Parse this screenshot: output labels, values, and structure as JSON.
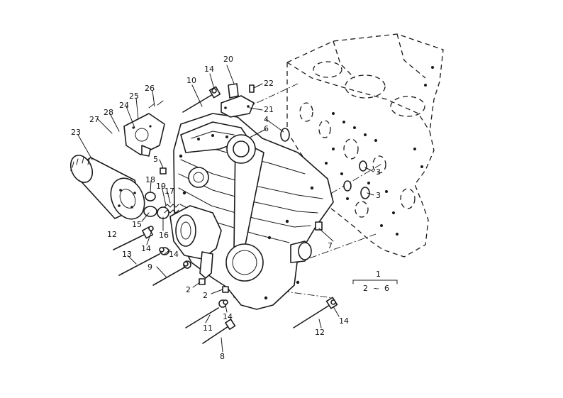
{
  "callouts": [
    {
      "id": "c1",
      "text": "1"
    },
    {
      "id": "c2a",
      "text": "2"
    },
    {
      "id": "c2b",
      "text": "2"
    },
    {
      "id": "c2r",
      "text": "2"
    },
    {
      "id": "c3a",
      "text": "3"
    },
    {
      "id": "c3b",
      "text": "3"
    },
    {
      "id": "c4",
      "text": "4"
    },
    {
      "id": "c5",
      "text": "5"
    },
    {
      "id": "c6",
      "text": "6"
    },
    {
      "id": "c6r",
      "text": "6"
    },
    {
      "id": "c7",
      "text": "7"
    },
    {
      "id": "c8",
      "text": "8"
    },
    {
      "id": "c9",
      "text": "9"
    },
    {
      "id": "c10",
      "text": "10"
    },
    {
      "id": "c11",
      "text": "11"
    },
    {
      "id": "c12a",
      "text": "12"
    },
    {
      "id": "c12b",
      "text": "12"
    },
    {
      "id": "c13",
      "text": "13"
    },
    {
      "id": "c14a",
      "text": "14"
    },
    {
      "id": "c14b",
      "text": "14"
    },
    {
      "id": "c14c",
      "text": "14"
    },
    {
      "id": "c14d",
      "text": "14"
    },
    {
      "id": "c14e",
      "text": "14"
    },
    {
      "id": "c15",
      "text": "15"
    },
    {
      "id": "c16",
      "text": "16"
    },
    {
      "id": "c17",
      "text": "17"
    },
    {
      "id": "c18",
      "text": "18"
    },
    {
      "id": "c19",
      "text": "19"
    },
    {
      "id": "c20",
      "text": "20"
    },
    {
      "id": "c21",
      "text": "21"
    },
    {
      "id": "c22",
      "text": "22"
    },
    {
      "id": "c23",
      "text": "23"
    },
    {
      "id": "c24",
      "text": "24"
    },
    {
      "id": "c25",
      "text": "25"
    },
    {
      "id": "c26",
      "text": "26"
    },
    {
      "id": "c27",
      "text": "27"
    },
    {
      "id": "c28",
      "text": "28"
    }
  ],
  "range_tilde": "~"
}
